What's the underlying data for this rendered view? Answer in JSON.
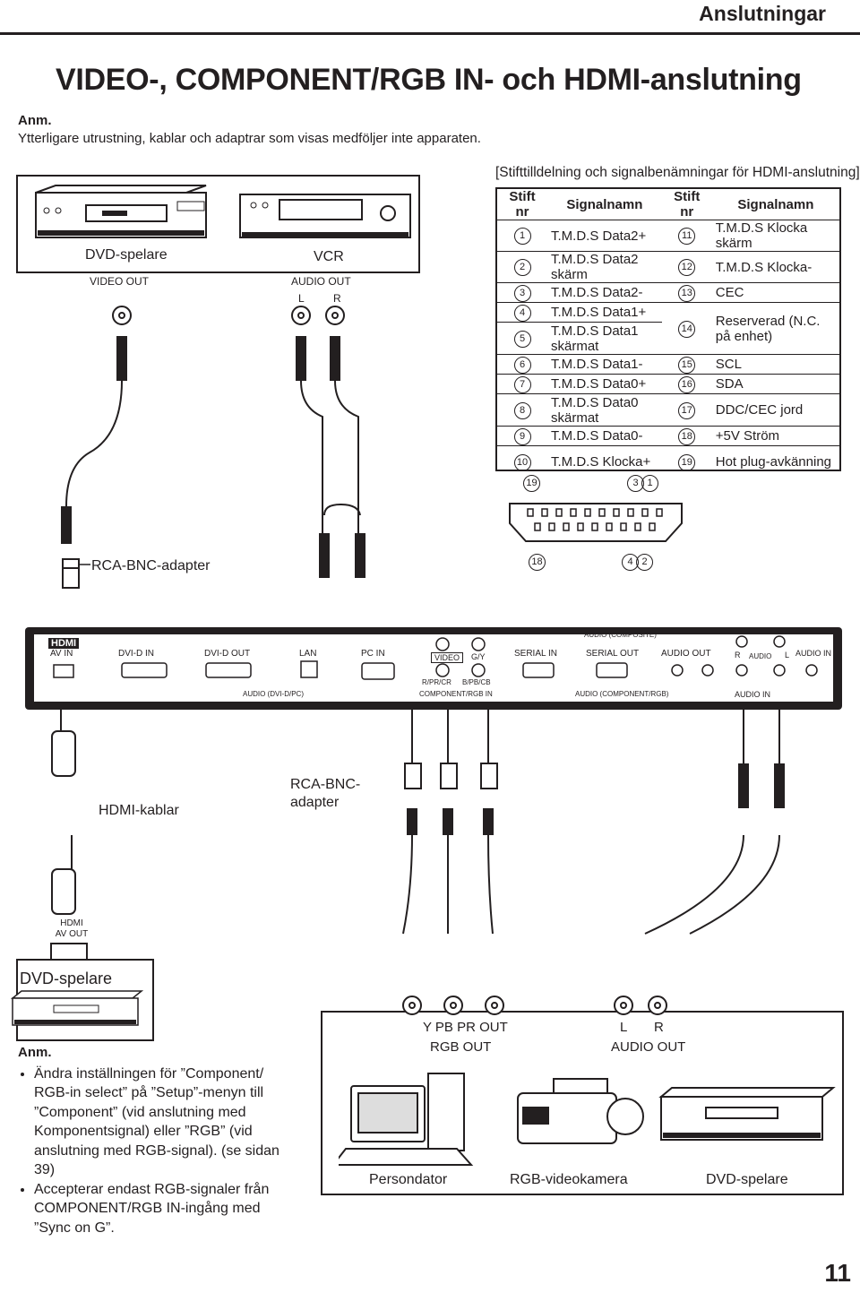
{
  "header": {
    "section": "Anslutningar"
  },
  "page_title": "VIDEO-, COMPONENT/RGB IN- och HDMI-anslutning",
  "note_top": {
    "label": "Anm.",
    "text": "Ytterligare utrustning, kablar och adaptrar som visas medföljer inte apparaten."
  },
  "devices_top": {
    "dvd_label": "DVD-spelare",
    "dvd_video_out": "VIDEO OUT",
    "vcr_label": "VCR",
    "vcr_audio_out": "AUDIO OUT",
    "vcr_l": "L",
    "vcr_r": "R"
  },
  "pin_table": {
    "title": "[Stifttilldelning och signalbenämningar för HDMI-anslutning]",
    "headers": [
      "Stift nr",
      "Signalnamn",
      "Stift nr",
      "Signalnamn"
    ],
    "rows": [
      {
        "p1": "1",
        "s1": "T.M.D.S Data2+",
        "p2": "11",
        "s2": "T.M.D.S Klocka skärm"
      },
      {
        "p1": "2",
        "s1": "T.M.D.S Data2 skärm",
        "p2": "12",
        "s2": "T.M.D.S Klocka-"
      },
      {
        "p1": "3",
        "s1": "T.M.D.S Data2-",
        "p2": "13",
        "s2": "CEC"
      },
      {
        "p1": "4",
        "s1": "T.M.D.S Data1+",
        "p2": "14",
        "s2": "Reserverad (N.C. på enhet)"
      },
      {
        "p1": "5",
        "s1": "T.M.D.S Data1 skärmat",
        "p2": "",
        "s2": ""
      },
      {
        "p1": "6",
        "s1": "T.M.D.S Data1-",
        "p2": "15",
        "s2": "SCL"
      },
      {
        "p1": "7",
        "s1": "T.M.D.S Data0+",
        "p2": "16",
        "s2": "SDA"
      },
      {
        "p1": "8",
        "s1": "T.M.D.S Data0 skärmat",
        "p2": "17",
        "s2": "DDC/CEC jord"
      },
      {
        "p1": "9",
        "s1": "T.M.D.S Data0-",
        "p2": "18",
        "s2": "+5V Ström"
      },
      {
        "p1": "10",
        "s1": "T.M.D.S Klocka+",
        "p2": "19",
        "s2": "Hot plug-avkänning"
      }
    ],
    "connector_pins": {
      "top_left": "19",
      "top_mid": "3",
      "top_right": "1",
      "bot_left": "18",
      "bot_mid": "4",
      "bot_right": "2"
    }
  },
  "adapter_top": "RCA-BNC-adapter",
  "panel": {
    "hdmi_logo": "HDMI",
    "av_in": "AV IN",
    "dvi_d_in": "DVI-D IN",
    "dvi_d_out": "DVI-D OUT",
    "lan": "LAN",
    "pc_in": "PC IN",
    "audio_dvi": "AUDIO (DVI-D/PC)",
    "video": "VIDEO",
    "gy": "G/Y",
    "rpr": "R/PR/CR",
    "bpb": "B/PB/CB",
    "component_rgb_in": "COMPONENT/RGB IN",
    "serial_in": "SERIAL IN",
    "serial_out": "SERIAL OUT",
    "audio_out": "AUDIO OUT",
    "audio_composite": "AUDIO (COMPOSITE)",
    "audio_in_right": "AUDIO IN",
    "audio_component": "AUDIO (COMPONENT/RGB)",
    "audio_in_bottom": "AUDIO IN",
    "r": "R",
    "l": "L",
    "audio": "AUDIO"
  },
  "hdmi_cables": "HDMI-kablar",
  "adapter_mid": "RCA-BNC-adapter",
  "dvd_bottom": {
    "hdmi_label": "HDMI AV OUT",
    "label": "DVD-spelare"
  },
  "bottom_devices": {
    "ypbpr_out": "Y PB PR OUT",
    "rgb_out": "RGB OUT",
    "l": "L",
    "r": "R",
    "audio_out": "AUDIO OUT",
    "pc": "Persondator",
    "camera": "RGB-videokamera",
    "dvd": "DVD-spelare"
  },
  "note_bottom": {
    "label": "Anm.",
    "items": [
      "Ändra inställningen för ”Component/ RGB-in select” på ”Setup”-menyn till ”Component” (vid anslutning med Komponentsignal) eller ”RGB” (vid anslutning med RGB-signal). (se sidan 39)",
      "Accepterar endast RGB-signaler från COMPONENT/RGB IN-ingång med ”Sync on G”."
    ]
  },
  "page_number": "11"
}
